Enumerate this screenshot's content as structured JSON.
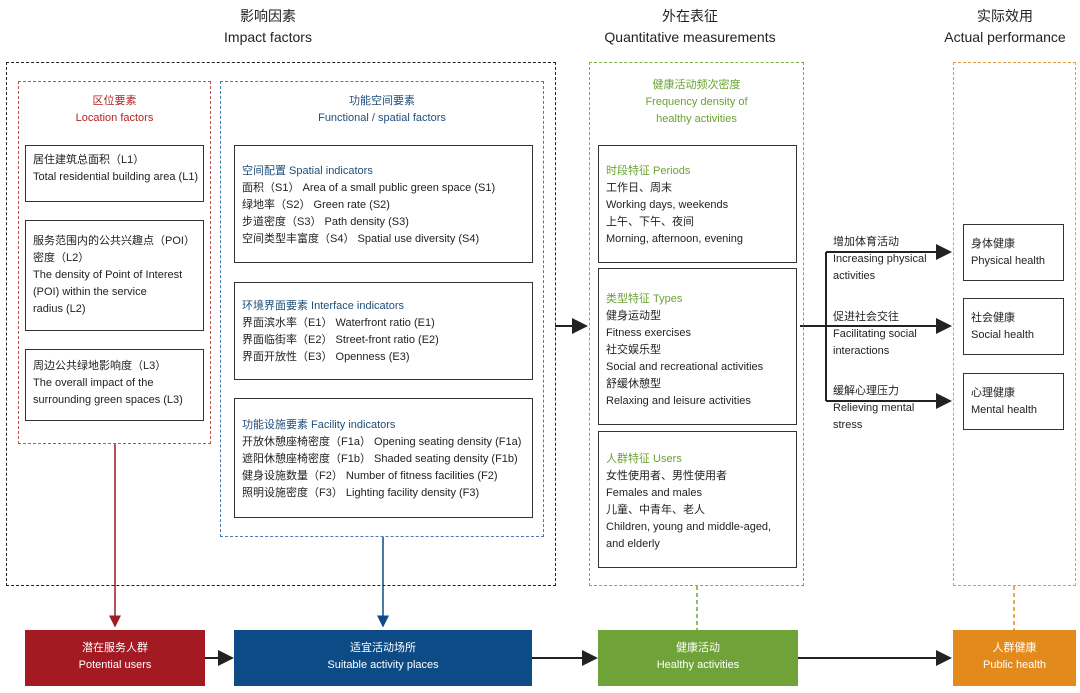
{
  "headers": {
    "impact": {
      "zh": "影响因素",
      "en": "Impact factors"
    },
    "quant": {
      "zh": "外在表征",
      "en": "Quantitative measurements"
    },
    "actual": {
      "zh": "实际效用",
      "en": "Actual performance"
    }
  },
  "location": {
    "title_zh": "区位要素",
    "title_en": "Location factors",
    "l1": [
      "居住建筑总面积（L1）",
      "Total residential building area (L1)"
    ],
    "l2": [
      "服务范围内的公共兴趣点（POI）",
      "密度（L2）",
      "The density of Point of Interest",
      "(POI) within the service",
      "radius (L2)"
    ],
    "l3": [
      "周边公共绿地影响度（L3）",
      "The overall impact of the",
      "surrounding green spaces (L3)"
    ]
  },
  "functional": {
    "title_zh": "功能空间要素",
    "title_en": "Functional / spatial factors",
    "spatial": {
      "title": "空间配置  Spatial indicators",
      "lines": [
        "面积（S1）  Area of a small public green space (S1)",
        "绿地率（S2）  Green rate (S2)",
        "步道密度（S3）  Path density (S3)",
        "空间类型丰富度（S4）  Spatial use diversity (S4)"
      ]
    },
    "interface": {
      "title": "环境界面要素  Interface indicators",
      "lines": [
        "界面滨水率（E1）  Waterfront ratio (E1)",
        "界面临街率（E2）  Street-front ratio (E2)",
        "界面开放性（E3）  Openness (E3)"
      ]
    },
    "facility": {
      "title": "功能设施要素  Facility indicators",
      "lines": [
        "开放休憩座椅密度（F1a）  Opening seating density (F1a)",
        "遮阳休憩座椅密度（F1b）  Shaded seating density (F1b)",
        "健身设施数量（F2）  Number of fitness facilities (F2)",
        "照明设施密度（F3）  Lighting facility density (F3)"
      ]
    }
  },
  "frequency": {
    "title": [
      "健康活动频次密度",
      "Frequency density of",
      "healthy activities"
    ],
    "periods": {
      "title": "时段特征  Periods",
      "lines": [
        "工作日、周末",
        "Working days, weekends",
        "上午、下午、夜间",
        "Morning, afternoon, evening"
      ]
    },
    "types": {
      "title": "类型特征  Types",
      "lines": [
        "健身运动型",
        "Fitness exercises",
        "社交娱乐型",
        "Social and recreational activities",
        "舒缓休憩型",
        "Relaxing and leisure activities"
      ]
    },
    "users": {
      "title": "人群特征  Users",
      "lines": [
        "女性使用者、男性使用者",
        "Females and males",
        "儿童、中青年、老人",
        "Children, young and middle-aged,",
        "and elderly"
      ]
    }
  },
  "arrows": {
    "a1": [
      "增加体育活动",
      "Increasing physical",
      "activities"
    ],
    "a2": [
      "促进社会交往",
      "Facilitating social",
      "interactions"
    ],
    "a3": [
      "缓解心理压力",
      "Relieving mental",
      "stress"
    ]
  },
  "performance": {
    "physical": [
      "身体健康",
      "Physical health"
    ],
    "social": [
      "社会健康",
      "Social health"
    ],
    "mental": [
      "心理健康",
      "Mental health"
    ]
  },
  "bottom": {
    "potential": [
      "潜在服务人群",
      "Potential users"
    ],
    "places": [
      "适宜活动场所",
      "Suitable activity places"
    ],
    "healthy": [
      "健康活动",
      "Healthy activities"
    ],
    "public": [
      "人群健康",
      "Public health"
    ]
  },
  "colors": {
    "red": "#a31a22",
    "blue": "#0d4b86",
    "green": "#6fa33a",
    "orange": "#e38a1c"
  }
}
